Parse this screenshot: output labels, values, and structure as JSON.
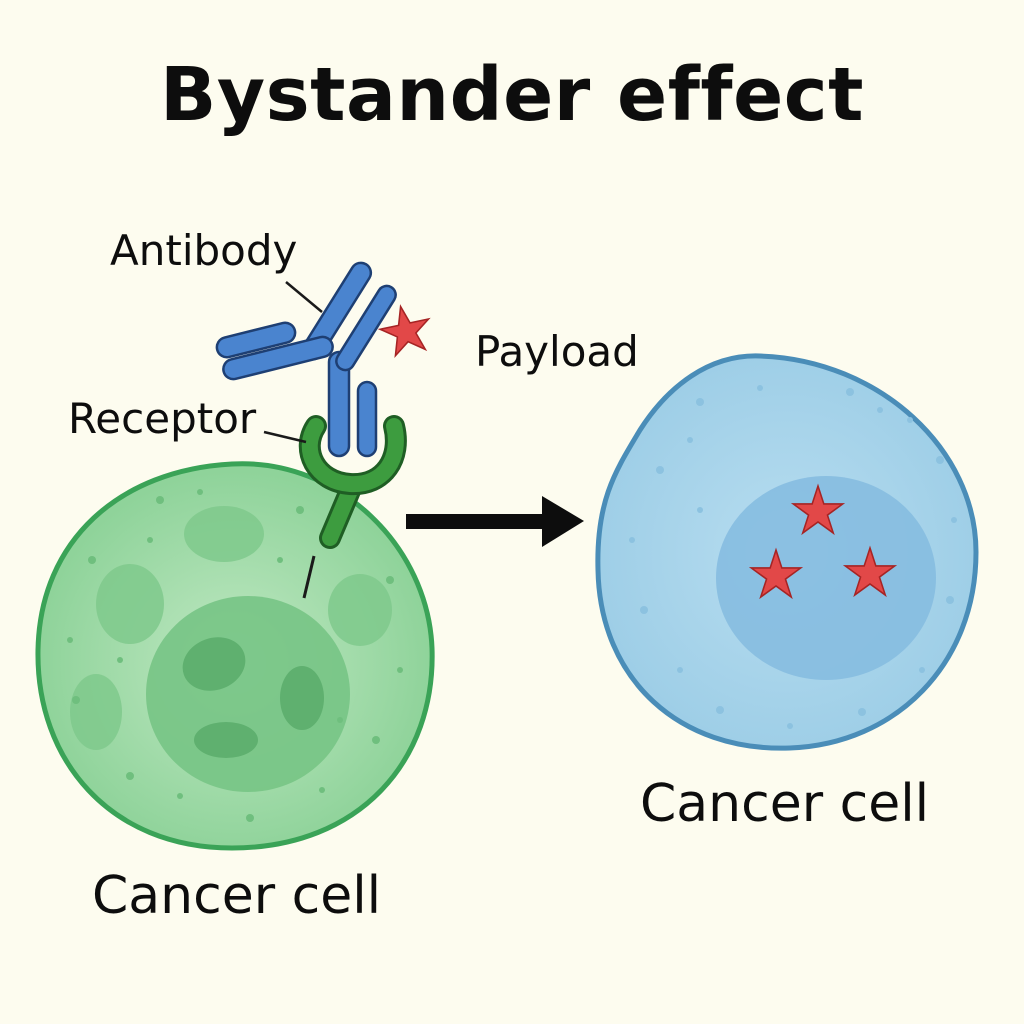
{
  "title": "Bystander effect",
  "labels": {
    "antibody": "Antibody",
    "payload": "Payload",
    "receptor": "Receptor",
    "target_cell": "Cancer cell",
    "bystander_cell": "Cancer cell"
  },
  "colors": {
    "background": "#fdfcef",
    "target_cell_fill": "#9ad9a3",
    "target_cell_outline": "#3aa357",
    "receptor": "#3d9c3f",
    "antibody": "#4a84cf",
    "payload": "#e24848",
    "bystander_cell_fill": "#a6d4ea",
    "bystander_cell_outline": "#4a8db8",
    "arrow": "#0d0d0d"
  },
  "icons": {
    "payload_shape": "star-icon",
    "arrow": "arrow-right-icon"
  }
}
